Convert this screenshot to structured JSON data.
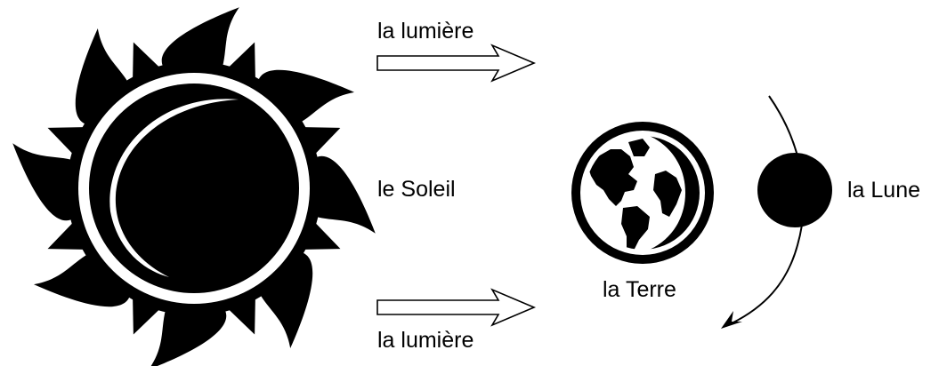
{
  "diagram": {
    "labels": {
      "light_top": "la lumière",
      "light_bottom": "la lumière",
      "sun": "le Soleil",
      "earth": "la Terre",
      "moon": "la Lune"
    },
    "colors": {
      "ink": "#000000",
      "paper": "#ffffff"
    },
    "icons": {
      "sun": "sun-icon",
      "earth": "earth-globe-icon",
      "moon": "moon-icon"
    }
  }
}
